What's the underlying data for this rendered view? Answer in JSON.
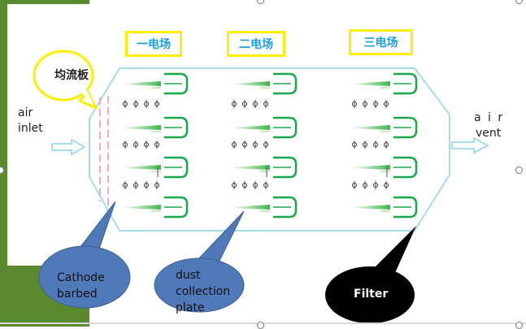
{
  "fields": [
    "一电场",
    "二电场",
    "三电场"
  ],
  "labels": {
    "distributor": "均流板",
    "air_inlet": [
      "air",
      "inlet"
    ],
    "air_vent": [
      "a i r",
      "vent"
    ],
    "cathode": [
      "Cathode",
      "barbed"
    ],
    "dust": [
      "dust",
      "collection",
      "plate"
    ],
    "filter": "Filter"
  },
  "colors": {
    "background_green": "#5a8a2e",
    "field_border": "#ffee00",
    "field_text": "#1a9fe0",
    "housing": "#a6dcec",
    "plate_green": "#1aa84a",
    "bubble_blue": "#4f79b8",
    "filter_black": "#000000",
    "distributor_pink": "#f4a6c8"
  }
}
